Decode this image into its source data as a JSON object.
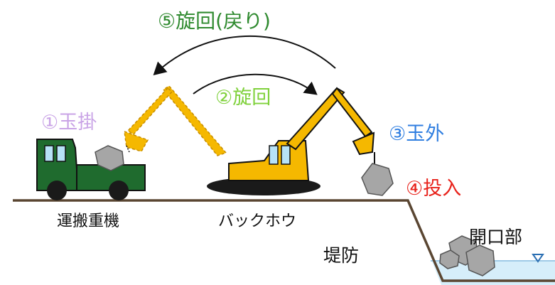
{
  "labels": {
    "step1": "①玉掛",
    "step2": "②旋回",
    "step3": "③玉外",
    "step4": "④投入",
    "step5": "⑤旋回(戻り)",
    "truck_crane": "運搬重機",
    "backhoe": "バックホウ",
    "embankment": "堤防",
    "opening": "開口部"
  },
  "colors": {
    "step1": "#c9a3e6",
    "step2": "#7fd13b",
    "step3": "#2f7ee0",
    "step4": "#e8221b",
    "step5": "#2f8a2f",
    "truck_body": "#1f6b2e",
    "machine_yellow": "#f5b800",
    "stone_gray": "#a6a6a6",
    "water": "#d6eefa",
    "ground": "#5a4632"
  },
  "icons": {
    "water_level": "water-level-triangle-icon"
  }
}
